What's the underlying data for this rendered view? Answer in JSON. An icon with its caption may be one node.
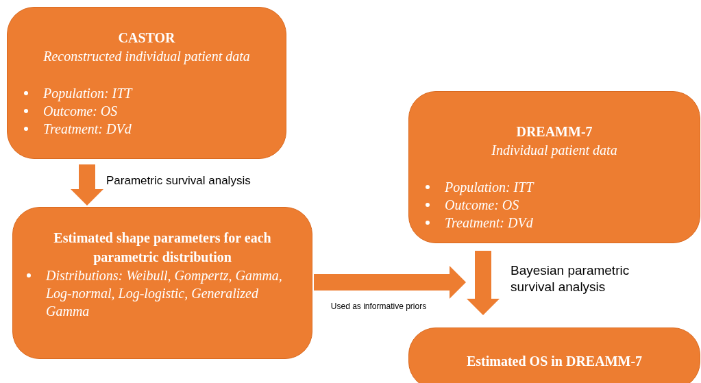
{
  "diagram": {
    "nodes": [
      {
        "text": [
          "CASTOR",
          "Reconstructed individual patient data",
          "Population: ITT",
          "Outcome: OS",
          "Treatment: DVd"
        ]
      },
      {
        "text": [
          "Estimated shape parameters for each parametric distribution",
          "Distributions: Weibull, Gompertz, Gamma, Log-normal, Log-logistic, Generalized Gamma"
        ]
      },
      {
        "text": [
          "DREAMM-7",
          "Individual patient data",
          "Population: ITT",
          "Outcome: OS",
          "Treatment: DVd"
        ]
      },
      {
        "text": [
          "Estimated OS in DREAMM-7"
        ]
      }
    ],
    "edges": [
      {
        "from": 0,
        "to": 1,
        "arrow": "to",
        "label": "Parametric survival analysis"
      },
      {
        "from": 1,
        "to": 3,
        "arrow": "to",
        "label": "Used as informative priors"
      },
      {
        "from": 2,
        "to": 3,
        "arrow": "to",
        "label": "Bayesian parametric survival analysis"
      }
    ]
  }
}
